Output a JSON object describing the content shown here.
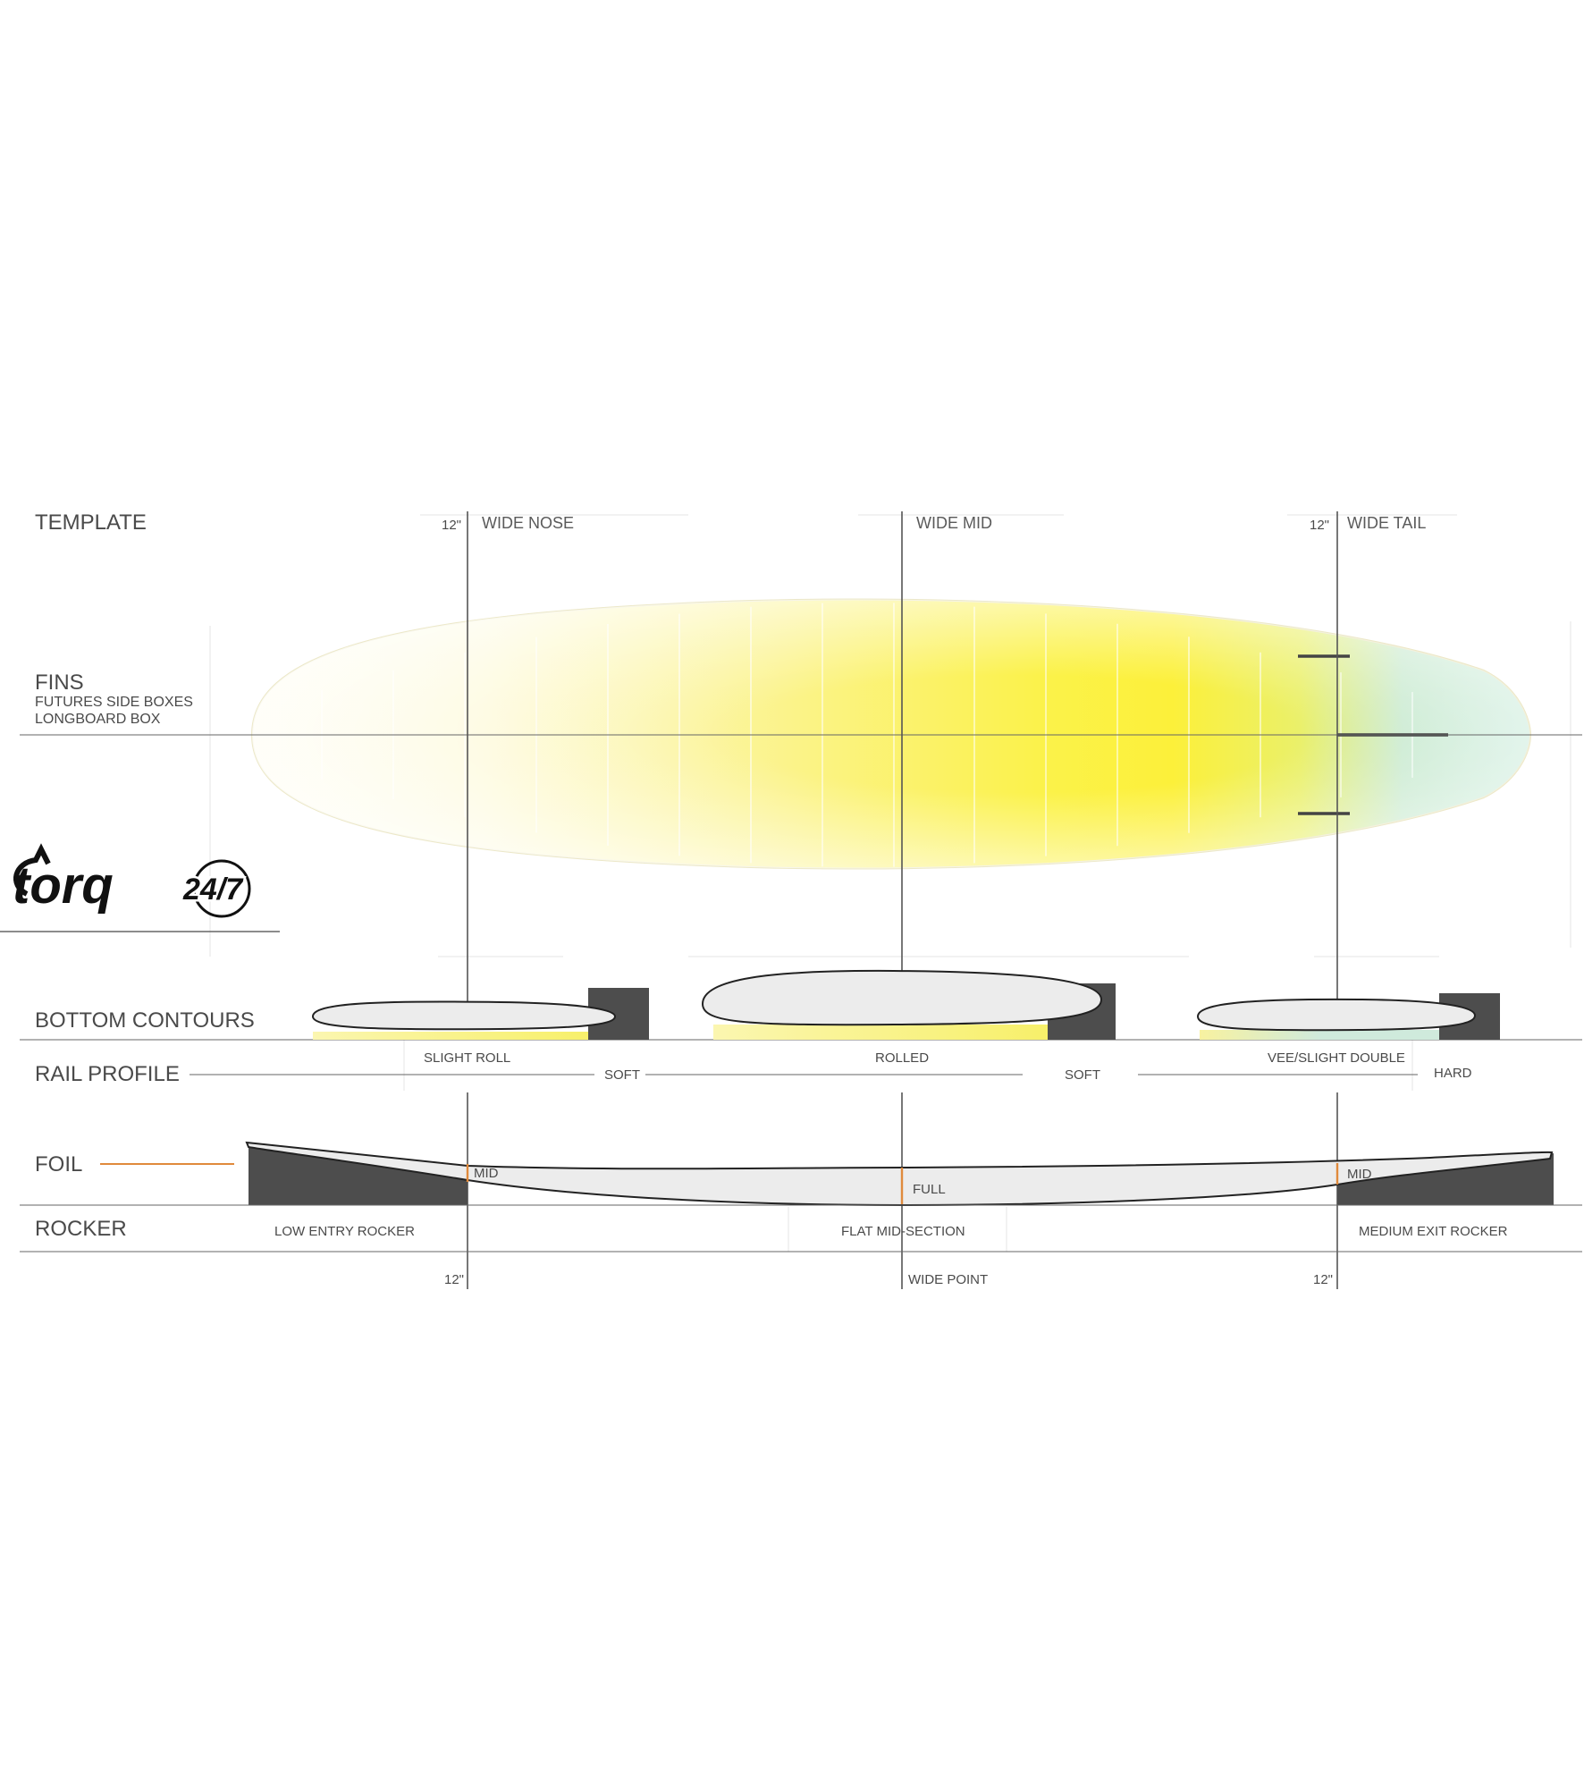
{
  "sections": {
    "template": "TEMPLATE",
    "fins": "FINS",
    "fins_line1": "FUTURES SIDE BOXES",
    "fins_line2": "LONGBOARD BOX",
    "bottom_contours": "BOTTOM  CONTOURS",
    "rail_profile": "RAIL PROFILE",
    "foil": "FOIL",
    "rocker": "ROCKER"
  },
  "template_markers": {
    "nose_measure": "12\"",
    "nose": "WIDE NOSE",
    "mid": "WIDE MID",
    "tail_measure": "12\"",
    "tail": "WIDE TAIL"
  },
  "bottom_contours": [
    "SLIGHT ROLL",
    "ROLLED",
    "VEE/SLIGHT DOUBLE"
  ],
  "rail_profile": [
    "SOFT",
    "SOFT",
    "HARD"
  ],
  "foil": [
    "MID",
    "FULL",
    "MID"
  ],
  "rocker": [
    "LOW ENTRY ROCKER",
    "FLAT MID-SECTION",
    "MEDIUM EXIT ROCKER"
  ],
  "bottom_markers": {
    "left": "12\"",
    "center": "WIDE POINT",
    "right": "12\""
  },
  "logos": {
    "brand": "torq",
    "model": "24/7"
  },
  "colors": {
    "board_yellow": "#fbf23a",
    "tail_teal": "#bfe6d6",
    "foil_accent": "#e08a3c",
    "dark_block": "#4d4d4d",
    "line": "#555555"
  }
}
